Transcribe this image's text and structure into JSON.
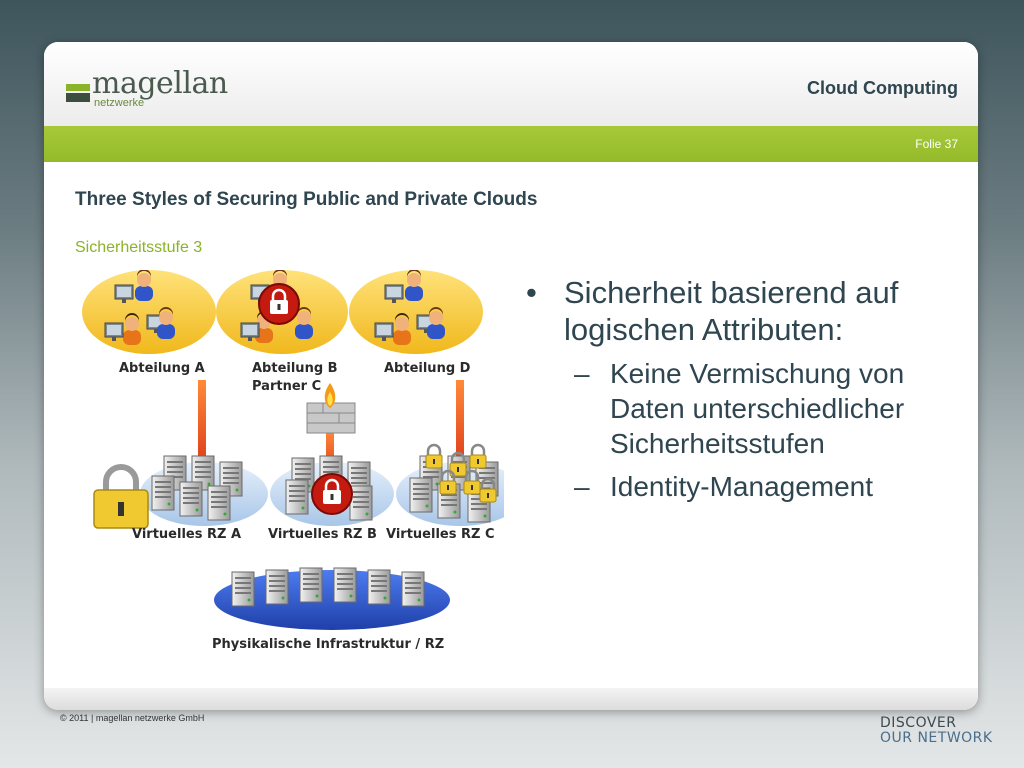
{
  "header": {
    "logo_word": "magellan",
    "logo_sub": "netzwerke",
    "title": "Cloud Computing"
  },
  "slide_number": "Folie 37",
  "slide": {
    "title": "Three Styles of Securing Public and Private Clouds",
    "subtitle": "Sicherheitsstufe 3"
  },
  "diagram": {
    "department_labels": [
      "Abteilung A",
      "Abteilung B",
      "Partner C",
      "Abteilung D"
    ],
    "datacenter_labels": [
      "Virtuelles RZ A",
      "Virtuelles RZ B",
      "Virtuelles RZ C"
    ],
    "infrastructure_label": "Physikalische Infrastruktur / RZ"
  },
  "bullets": {
    "main": "Sicherheit basierend auf logischen Attributen:",
    "main_marker": "•",
    "sub_marker": "–",
    "sub": [
      "Keine Vermischung von Daten unterschiedlicher Sicherheitsstufen",
      "Identity-Management"
    ]
  },
  "footer": {
    "copyright": "© 2011 | magellan netzwerke GmbH",
    "brand_line1": "DISCOVER",
    "brand_line2": "OUR NETWORK"
  },
  "colors": {
    "accent_green": "#9bc133",
    "title_color": "#2f4550",
    "arrow_red": "#e03a1a",
    "ellipse_yellow": "#f6c934",
    "ellipse_blue": "#2f55c8"
  }
}
